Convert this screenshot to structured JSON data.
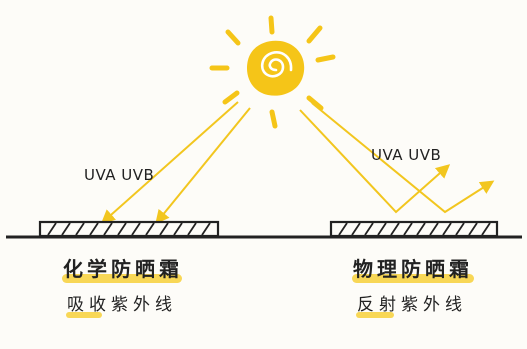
{
  "colors": {
    "sun": "#f5c518",
    "ray": "#f2c61f",
    "ink": "#222222",
    "highlight": "#f7d03a",
    "background": "#fdfcf8"
  },
  "icons": {
    "sun": "sun-icon"
  },
  "left_panel": {
    "uv_label": "UVA UVB",
    "title": "化学防晒霜",
    "description": "吸收紫外线"
  },
  "right_panel": {
    "uv_label": "UVA UVB",
    "title": "物理防晒霜",
    "description": "反射紫外线"
  }
}
